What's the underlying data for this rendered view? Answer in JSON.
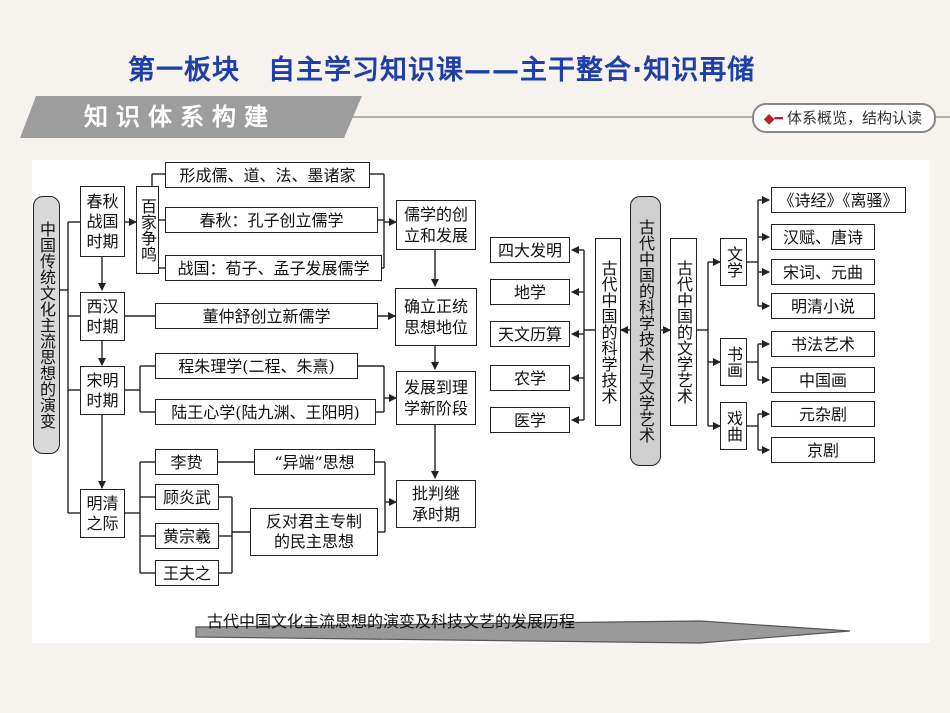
{
  "header": {
    "title": "第一板块　自主学习知识课——主干整合·知识再储",
    "section": "知识体系构建",
    "section_right": "体系概览，结构认读"
  },
  "diagram": {
    "root_left": "中国传统文化主流思想的演变",
    "periods": {
      "chunqiu": "春秋战国时期",
      "baijia": "百家争鸣",
      "xihan": "西汉时期",
      "songming": "宋明时期",
      "mingqing": "明清之际"
    },
    "items": {
      "form_schools": "形成儒、道、法、墨诸家",
      "confucius": "春秋：孔子创立儒学",
      "xunzi_mencius": "战国：荀子、孟子发展儒学",
      "dong": "董仲舒创立新儒学",
      "chengzhu": "程朱理学(二程、朱熹)",
      "luwang": "陆王心学(陆九渊、王阳明)",
      "lizhi": "李贽",
      "gu": "顾炎武",
      "huang": "黄宗羲",
      "wang": "王夫之",
      "heresy": "“异端”思想",
      "anti_autocracy": "反对君主专制的民主思想"
    },
    "stages": {
      "create": "儒学的创立和发展",
      "orthodox": "确立正统思想地位",
      "neo": "发展到理学新阶段",
      "critique": "批判继承时期"
    },
    "root_right": "古代中国的科学技术与文学艺术",
    "science": {
      "label": "古代中国的科学技术",
      "items": [
        "四大发明",
        "地学",
        "天文历算",
        "农学",
        "医学"
      ]
    },
    "literature": {
      "label": "古代中国的文学艺术",
      "groups": {
        "wenxue": "文学",
        "shuhua": "书画",
        "xiqu": "戏曲"
      },
      "wenxue_items": [
        "《诗经》《离骚》",
        "汉赋、唐诗",
        "宋词、元曲",
        "明清小说"
      ],
      "shuhua_items": [
        "书法艺术",
        "中国画"
      ],
      "xiqu_items": [
        "元杂剧",
        "京剧"
      ]
    },
    "timeline_caption": "古代中国文化主流思想的演变及科技文艺的发展历程"
  }
}
